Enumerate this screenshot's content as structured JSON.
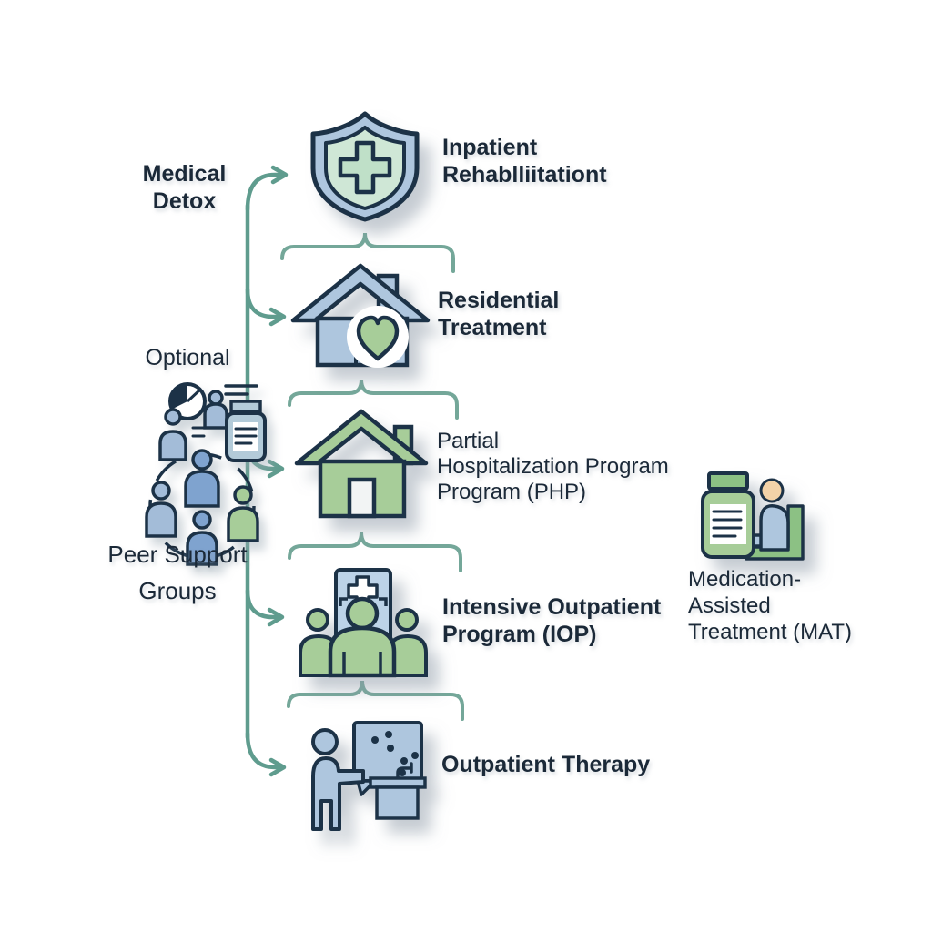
{
  "diagram_title": "",
  "palette": {
    "outline": "#1c3347",
    "blue": "#aec6de",
    "blue_light": "#bcd3e8",
    "blue_person": "#7fa3cf",
    "blue_person_light": "#a3bcd8",
    "green": "#a7cd99",
    "green_dark": "#8cc184",
    "green_pale": "#cfe7d6",
    "cross_green": "#bfe0c8",
    "skin": "#f2d2a8",
    "connector": "#5f9c8e",
    "bracket": "#74a799",
    "text": "#1b2938",
    "white": "#f2f4f4",
    "grey_bottle": "#b3cbd9",
    "background": "#ffffff"
  },
  "detox": {
    "lines": [
      "Medical",
      "Detox"
    ]
  },
  "levels": [
    {
      "id": "inpatient-rehabilitation",
      "icon": "shield-medical-cross-icon",
      "lines": [
        "Inpatient",
        "Rehablliitationt"
      ]
    },
    {
      "id": "residential-treatment",
      "icon": "house-heart-icon",
      "lines": [
        "Residential",
        "Treatment"
      ]
    },
    {
      "id": "partial-hospitalization",
      "icon": "green-house-icon",
      "lines": [
        "Partial",
        "Hospitalization Program",
        "Program (PHP)"
      ]
    },
    {
      "id": "intensive-outpatient",
      "icon": "patient-group-medical-card-icon",
      "lines": [
        "Intensive Outpatient",
        "Program (IOP)"
      ]
    },
    {
      "id": "outpatient-therapy",
      "icon": "therapist-presentation-icon",
      "lines": [
        "Outpatient Therapy"
      ]
    }
  ],
  "optional": {
    "label": "Optional",
    "icon": "chart-people-medicine-icon"
  },
  "peer_support": {
    "lines": [
      "Peer Support",
      "Groups"
    ],
    "icon": "peer-group-circle-icon"
  },
  "mat": {
    "lines": [
      "Medication-",
      "Assisted",
      "Treatment (MAT)"
    ],
    "icon": "medicine-bottle-patient-icon"
  }
}
